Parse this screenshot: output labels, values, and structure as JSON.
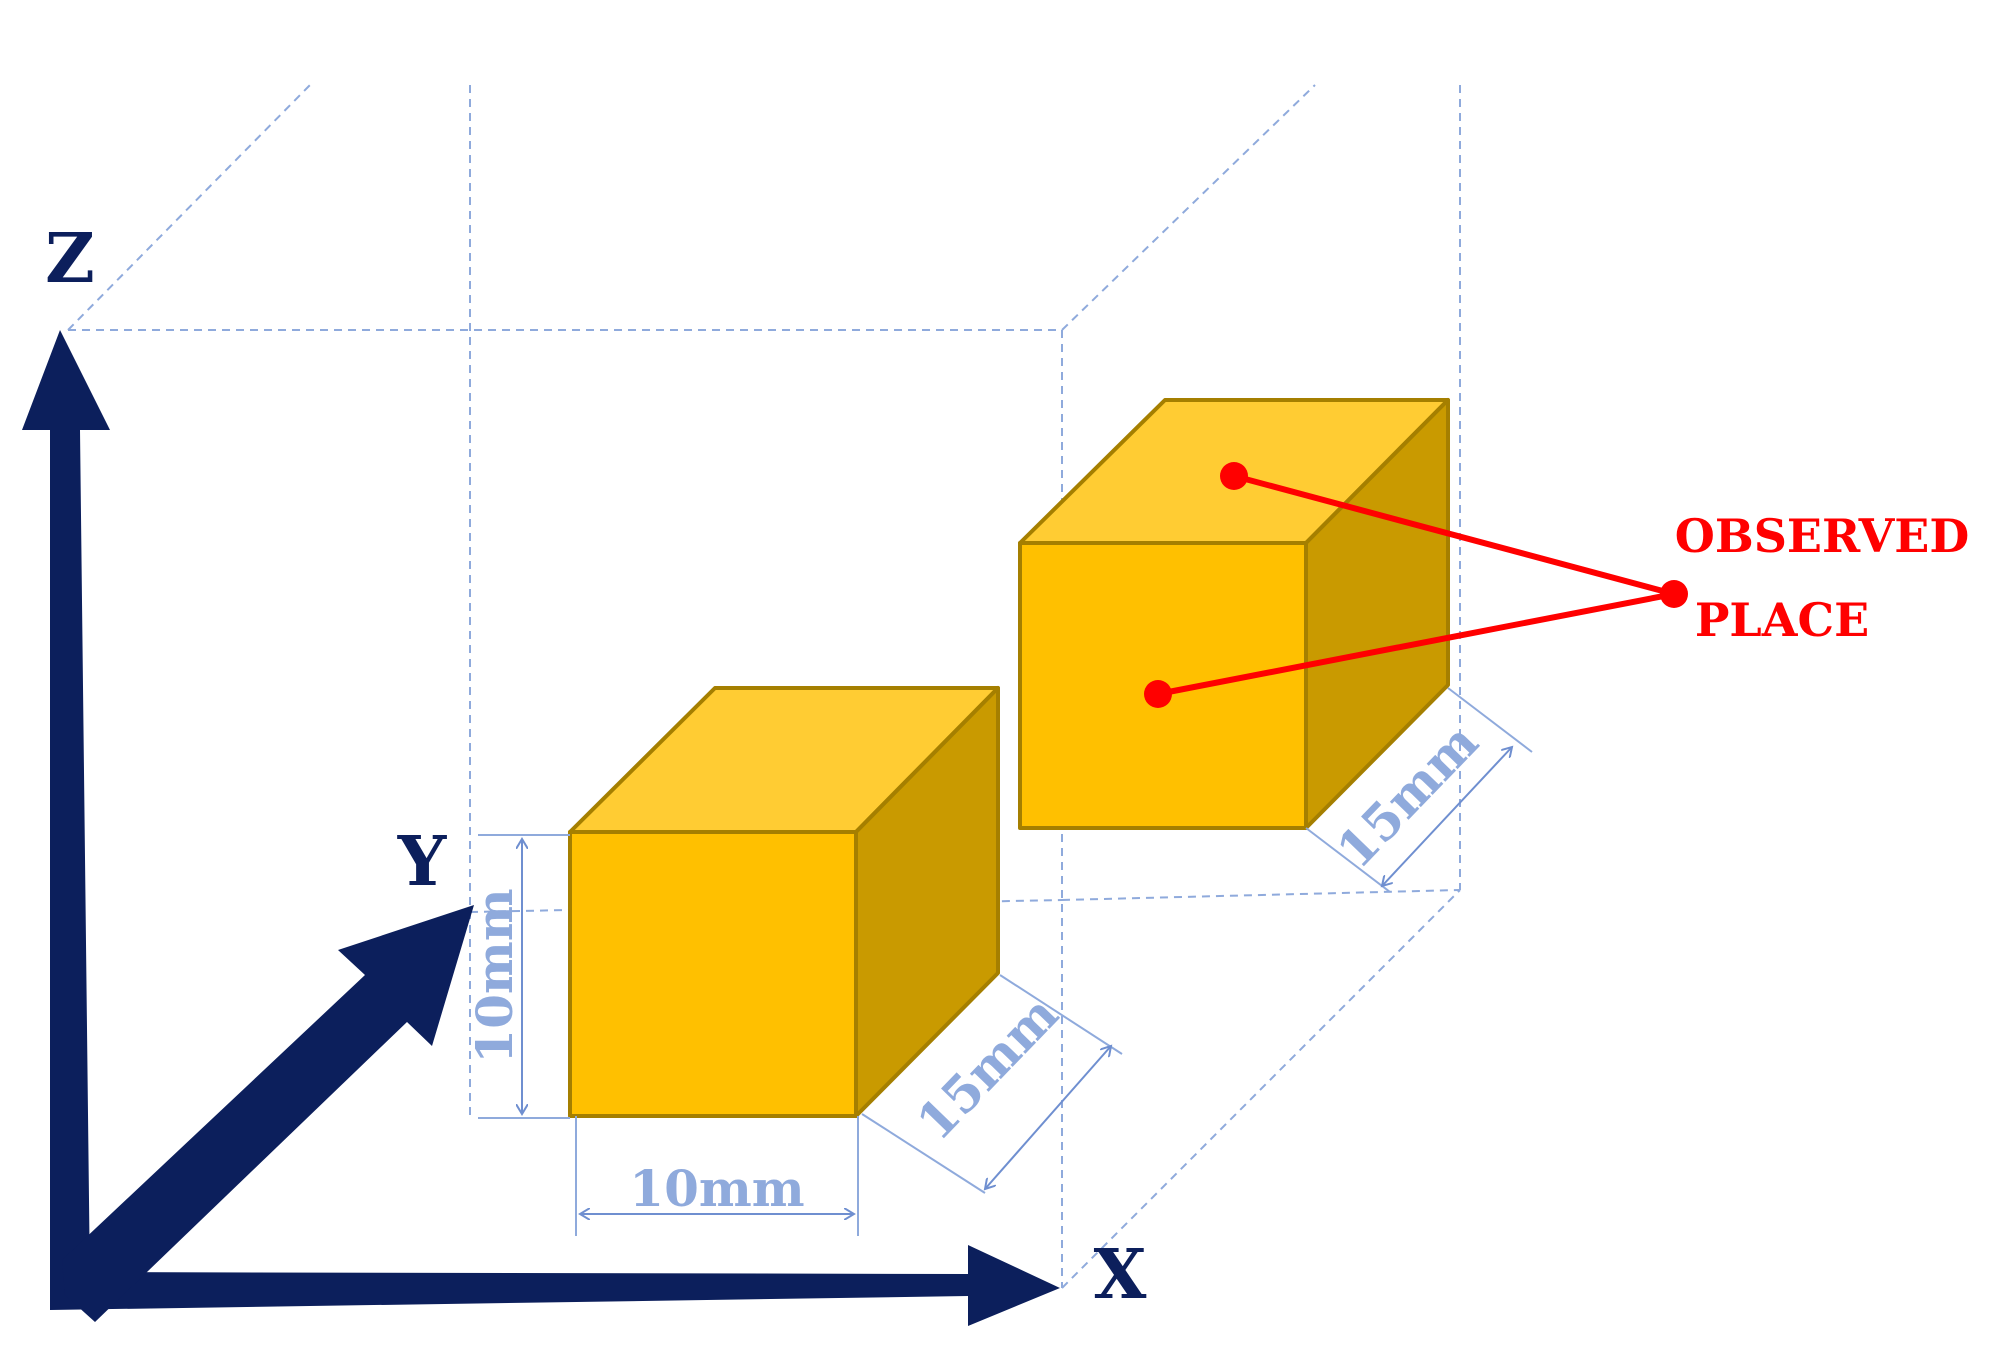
{
  "axes": {
    "x_label": "X",
    "y_label": "Y",
    "z_label": "Z",
    "color": "#0c1f5c"
  },
  "blocks": [
    {
      "name": "block-front",
      "width_label": "10mm",
      "height_label": "10mm",
      "depth_label": "15mm"
    },
    {
      "name": "block-rear",
      "depth_label": "15mm"
    }
  ],
  "annotation": {
    "line1": "OBSERVED",
    "line2": "PLACE",
    "color": "#ff0000"
  },
  "colors": {
    "front_face": "#ffc000",
    "top_face": "#ffcc33",
    "side_face": "#c99a00",
    "edge": "#a57f00",
    "dimension": "#8faadc",
    "guide_lines": "#8faadc"
  }
}
